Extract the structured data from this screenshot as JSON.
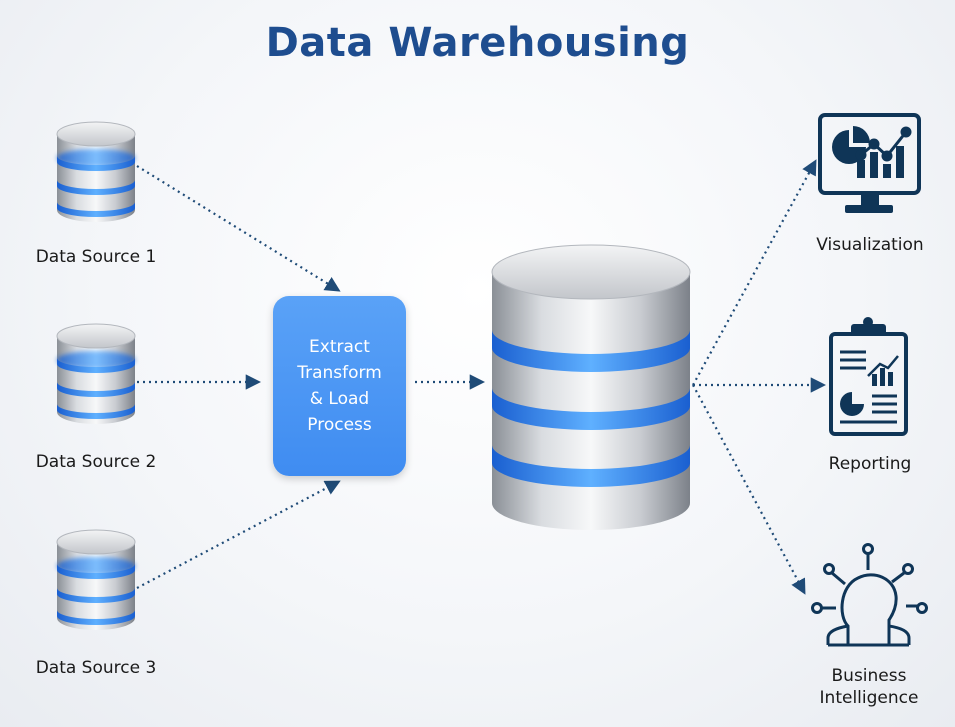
{
  "title": "Data Warehousing",
  "sources": [
    {
      "label": "Data Source 1"
    },
    {
      "label": "Data Source 2"
    },
    {
      "label": "Data Source 3"
    }
  ],
  "etl": {
    "label": "Extract\nTransform\n& Load\nProcess"
  },
  "outputs": [
    {
      "label": "Visualization",
      "icon": "monitor-chart-icon"
    },
    {
      "label": "Reporting",
      "icon": "clipboard-report-icon"
    },
    {
      "label": "Business Intelligence",
      "icon": "head-network-icon"
    }
  ],
  "colors": {
    "title": "#1e4d8f",
    "accent_blue": "#3f8cf1",
    "icon_navy": "#0f3557",
    "arrow": "#1f4b77"
  }
}
